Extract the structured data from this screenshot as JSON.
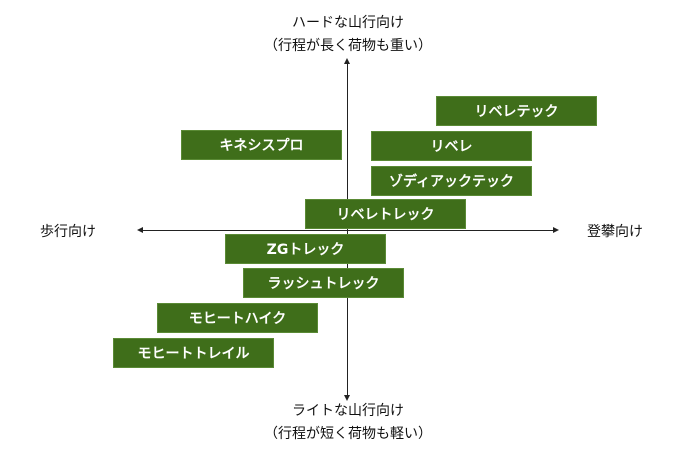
{
  "axes": {
    "top": {
      "line1": "ハードな山行向け",
      "line2": "（行程が長く荷物も重い）"
    },
    "bottom": {
      "line1": "ライトな山行向け",
      "line2": "（行程が短く荷物も軽い）"
    },
    "left": "歩行向け",
    "right": "登攀向け"
  },
  "products": [
    {
      "name": "リベレテック"
    },
    {
      "name": "キネシスプロ"
    },
    {
      "name": "リベレ"
    },
    {
      "name": "ゾディアックテック"
    },
    {
      "name": "リベレトレック"
    },
    {
      "name": "ZGトレック"
    },
    {
      "name": "ラッシュトレック"
    },
    {
      "name": "モヒートハイク"
    },
    {
      "name": "モヒートトレイル"
    }
  ],
  "colors": {
    "box": "#3f6e1a",
    "axis": "#222222"
  }
}
